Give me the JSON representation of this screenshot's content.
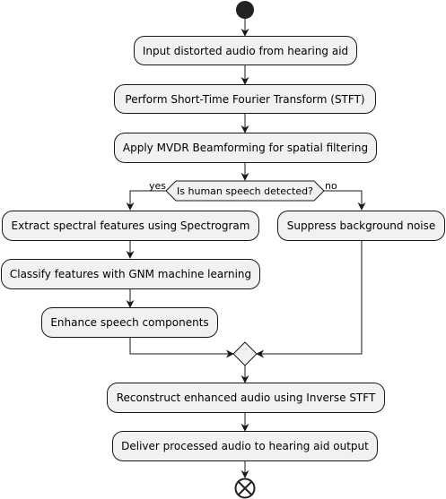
{
  "nodes": {
    "input": "Input distorted audio from hearing aid",
    "stft": "Perform Short-Time Fourier Transform (STFT)",
    "mvdr": "Apply MVDR Beamforming for spatial filtering",
    "extract": "Extract spectral features using Spectrogram",
    "classify": "Classify features with GNM machine learning",
    "enhance": "Enhance speech components",
    "suppress": "Suppress background noise",
    "reconstruct": "Reconstruct enhanced audio using Inverse STFT",
    "deliver": "Deliver processed audio to hearing aid output"
  },
  "decision": {
    "question": "Is human speech detected?",
    "yes_label": "yes",
    "no_label": "no"
  },
  "colors": {
    "node_fill": "#f1f1f1",
    "stroke": "#181818",
    "start": "#222222"
  }
}
